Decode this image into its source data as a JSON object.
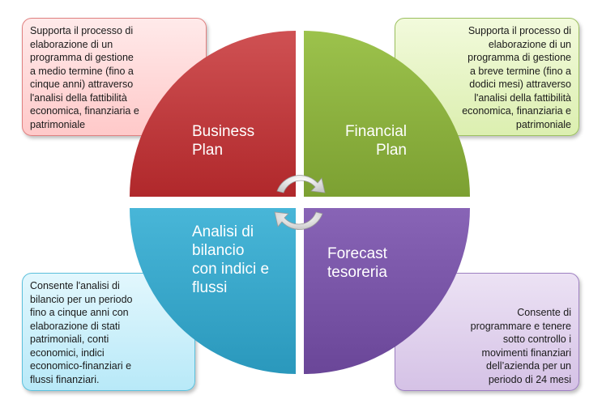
{
  "quadrants": {
    "top_left": {
      "label": "Business\nPlan",
      "color": "#c0393b"
    },
    "top_right": {
      "label": "Financial\nPlan",
      "color": "#8ab03c"
    },
    "bottom_left": {
      "label": "Analisi di\nbilancio\ncon indici e\nflussi",
      "color": "#3ba9cc"
    },
    "bottom_right": {
      "label": "Forecast\ntesoreria",
      "color": "#7a54a8"
    }
  },
  "boxes": {
    "top_left": "Supporta il processo di\nelaborazione di un\nprogramma di gestione\na medio termine (fino a\ncinque anni) attraverso\nl'analisi della fattibilità\neconomica, finanziaria e\npatrimoniale",
    "top_right": "Supporta il processo di\nelaborazione di un\nprogramma di gestione\na breve termine (fino a\ndodici mesi)  attraverso\nl'analisi della fattibilità\neconomica, finanziaria e\npatrimoniale",
    "bottom_left": "Consente l'analisi di\nbilancio per un periodo\nfino a cinque anni con\nelaborazione di stati\npatrimoniali, conti\neconomici, indici\neconomico-finanziari e\nflussi finanziari.",
    "bottom_right": "Consente di\nprogrammare e tenere\nsotto controllo i\nmovimenti finanziari\ndell’azienda per un\nperiodo di 24 mesi"
  }
}
